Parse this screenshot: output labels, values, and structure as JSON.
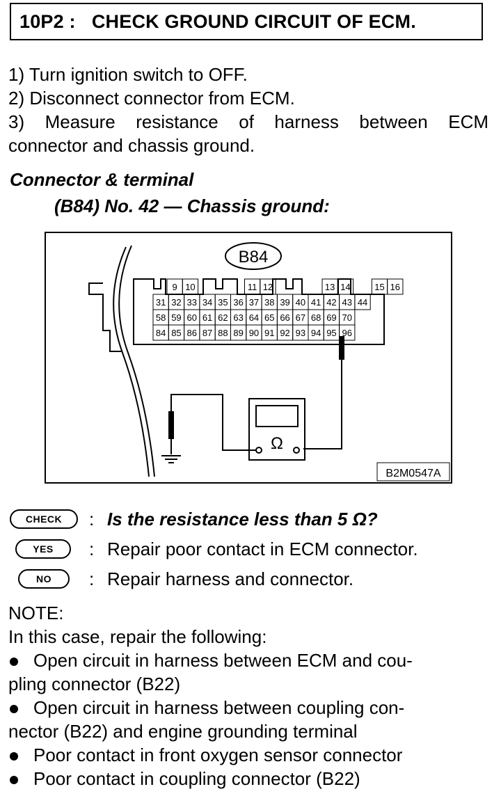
{
  "header": {
    "title": "10P2 :   CHECK GROUND CIRCUIT OF ECM."
  },
  "steps": [
    "1)  Turn ignition switch to OFF.",
    "2)  Disconnect connector from ECM.",
    "3)  Measure resistance of harness between ECM",
    "connector and chassis ground."
  ],
  "connector": {
    "heading": "Connector & terminal",
    "spec": "(B84) No. 42 — Chassis ground:"
  },
  "diagram": {
    "connector_label": "B84",
    "figure_code": "B2M0547A",
    "meter_symbol": "Ω",
    "row1": [
      "9",
      "10",
      "11",
      "12",
      "13",
      "14",
      "15",
      "16"
    ],
    "row2": [
      "31",
      "32",
      "33",
      "34",
      "35",
      "36",
      "37",
      "38",
      "39",
      "40",
      "41",
      "42",
      "43",
      "44"
    ],
    "row3": [
      "58",
      "59",
      "60",
      "61",
      "62",
      "63",
      "64",
      "65",
      "66",
      "67",
      "68",
      "69",
      "70"
    ],
    "row4": [
      "84",
      "85",
      "86",
      "87",
      "88",
      "89",
      "90",
      "91",
      "92",
      "93",
      "94",
      "95",
      "96"
    ]
  },
  "check": {
    "badge": "CHECK",
    "question": "Is the resistance less than 5 Ω?"
  },
  "yes": {
    "badge": "YES",
    "text": "Repair poor contact in ECM connector."
  },
  "no": {
    "badge": "NO",
    "text": "Repair harness and connector."
  },
  "note": {
    "label": "NOTE:",
    "intro": "In this case, repair the following:",
    "items": [
      [
        "Open circuit in harness between ECM and cou-",
        "pling connector (B22)"
      ],
      [
        "Open circuit in harness between coupling con-",
        "nector (B22) and engine grounding terminal"
      ],
      [
        "Poor contact in front oxygen sensor connector"
      ],
      [
        "Poor contact in coupling connector (B22)"
      ]
    ]
  }
}
